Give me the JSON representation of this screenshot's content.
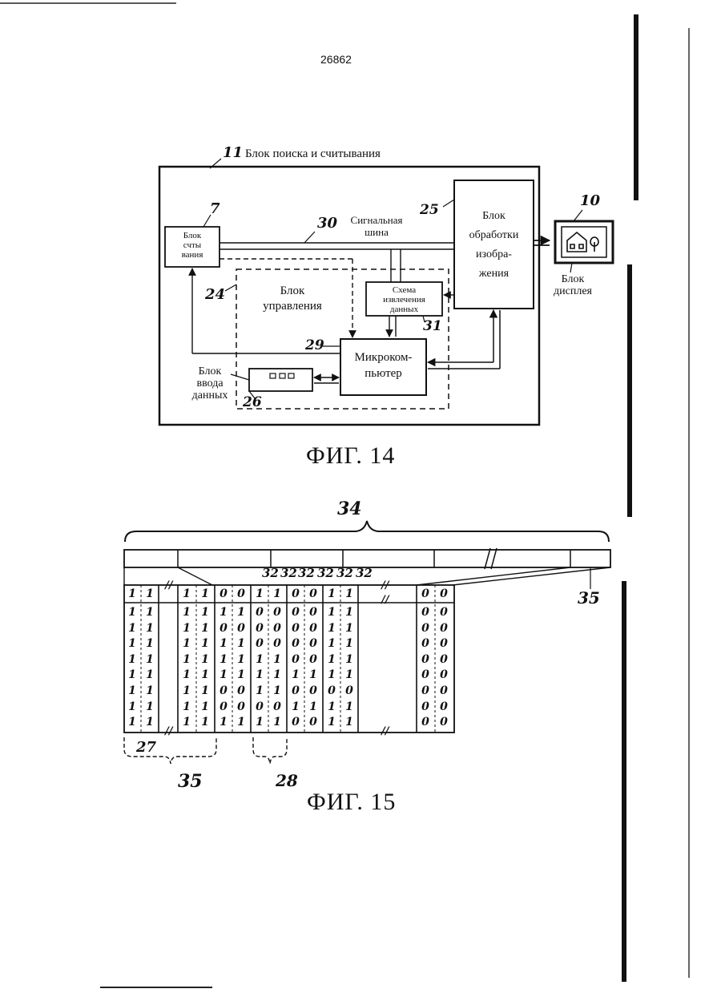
{
  "page_number": "26862",
  "fig14": {
    "caption": "ФИГ. 14",
    "outer_block": {
      "ref": "11",
      "title": "Блок поиска и считывания"
    },
    "read_block": {
      "ref": "7",
      "label_lines": [
        "Блок",
        "счты",
        "вания"
      ]
    },
    "signal_bus": {
      "ref": "30",
      "label_lines": [
        "Сигнальная",
        "шина"
      ]
    },
    "image_block": {
      "ref": "25",
      "label_lines": [
        "Блок",
        "обработки",
        "изобра-",
        "жения"
      ]
    },
    "display_block": {
      "ref": "10",
      "label_lines": [
        "Блок",
        "дисплея"
      ]
    },
    "control_block": {
      "ref": "24",
      "label_lines": [
        "Блок",
        "управления"
      ]
    },
    "extract_circuit": {
      "ref": "31",
      "label_lines": [
        "Схема",
        "извлечения",
        "данных"
      ]
    },
    "microcomputer": {
      "ref": "29",
      "label_lines": [
        "Микроком-",
        "пьютер"
      ]
    },
    "input_block": {
      "ref": "26",
      "label_lines": [
        "Блок",
        "ввода",
        "данных"
      ]
    }
  },
  "fig15": {
    "caption": "ФИГ. 15",
    "refs": {
      "top_brace": "34",
      "block": "35",
      "col32": "32",
      "left_col": "27",
      "left_brace": "35",
      "mid_brace": "28"
    },
    "break_mark": "//",
    "columns": [
      {
        "header": [
          "1",
          "1"
        ],
        "rows": [
          [
            "1",
            "1"
          ],
          [
            "1",
            "1"
          ],
          [
            "1",
            "1"
          ],
          [
            "1",
            "1"
          ],
          [
            "1",
            "1"
          ],
          [
            "1",
            "1"
          ],
          [
            "1",
            "1"
          ],
          [
            "1",
            "1"
          ]
        ]
      },
      {
        "header": [
          "1",
          "1"
        ],
        "rows": [
          [
            "1",
            "1"
          ],
          [
            "1",
            "1"
          ],
          [
            "1",
            "1"
          ],
          [
            "1",
            "1"
          ],
          [
            "1",
            "1"
          ],
          [
            "1",
            "1"
          ],
          [
            "1",
            "1"
          ],
          [
            "1",
            "1"
          ]
        ]
      },
      {
        "header": [
          "0",
          "0"
        ],
        "rows": [
          [
            "1",
            "1"
          ],
          [
            "0",
            "0"
          ],
          [
            "1",
            "1"
          ],
          [
            "1",
            "1"
          ],
          [
            "1",
            "1"
          ],
          [
            "0",
            "0"
          ],
          [
            "0",
            "0"
          ],
          [
            "1",
            "1"
          ]
        ]
      },
      {
        "header": [
          "1",
          "1"
        ],
        "rows": [
          [
            "0",
            "0"
          ],
          [
            "0",
            "0"
          ],
          [
            "0",
            "0"
          ],
          [
            "1",
            "1"
          ],
          [
            "1",
            "1"
          ],
          [
            "1",
            "1"
          ],
          [
            "0",
            "0"
          ],
          [
            "1",
            "1"
          ]
        ]
      },
      {
        "header": [
          "0",
          "0"
        ],
        "rows": [
          [
            "0",
            "0"
          ],
          [
            "0",
            "0"
          ],
          [
            "0",
            "0"
          ],
          [
            "0",
            "0"
          ],
          [
            "1",
            "1"
          ],
          [
            "0",
            "0"
          ],
          [
            "1",
            "1"
          ],
          [
            "0",
            "0"
          ]
        ]
      },
      {
        "header": [
          "1",
          "1"
        ],
        "rows": [
          [
            "1",
            "1"
          ],
          [
            "1",
            "1"
          ],
          [
            "1",
            "1"
          ],
          [
            "1",
            "1"
          ],
          [
            "1",
            "1"
          ],
          [
            "0",
            "0"
          ],
          [
            "1",
            "1"
          ],
          [
            "1",
            "1"
          ]
        ]
      },
      {
        "header": [
          "0",
          "0"
        ],
        "rows": [
          [
            "0",
            "0"
          ],
          [
            "0",
            "0"
          ],
          [
            "0",
            "0"
          ],
          [
            "0",
            "0"
          ],
          [
            "0",
            "0"
          ],
          [
            "0",
            "0"
          ],
          [
            "0",
            "0"
          ],
          [
            "0",
            "0"
          ]
        ]
      }
    ]
  }
}
